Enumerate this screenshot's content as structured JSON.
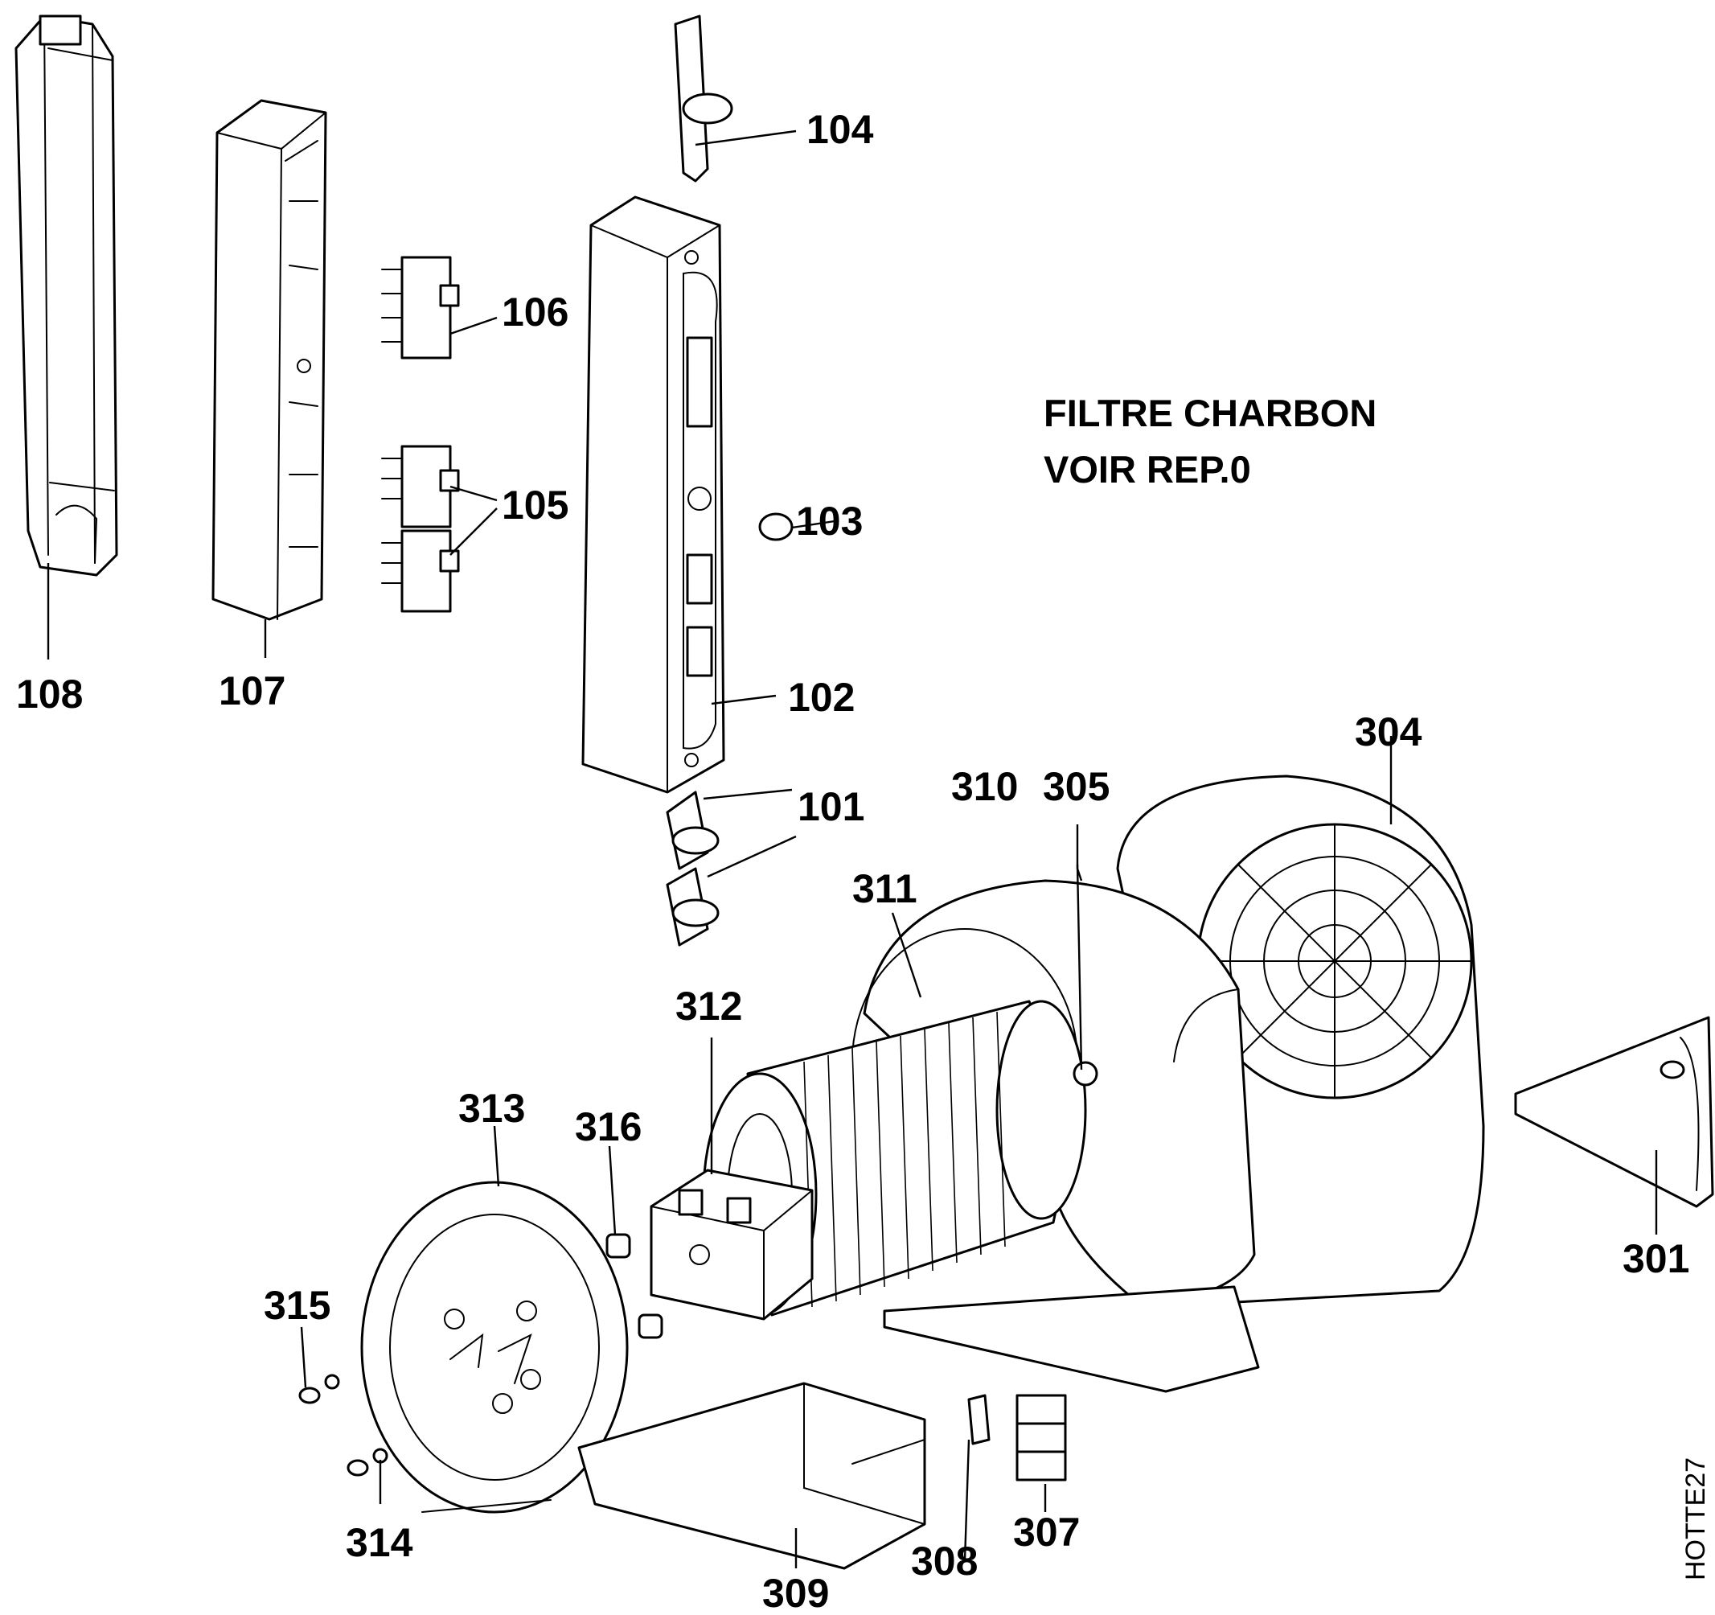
{
  "diagram": {
    "note_lines": [
      "FILTRE CHARBON",
      "VOIR REP.0"
    ],
    "drawing_code": "HOTTE27",
    "part_labels": {
      "p101": "101",
      "p102": "102",
      "p103": "103",
      "p104": "104",
      "p105": "105",
      "p106": "106",
      "p107": "107",
      "p108": "108",
      "p301": "301",
      "p304": "304",
      "p305": "305",
      "p307": "307",
      "p308": "308",
      "p309": "309",
      "p310": "310",
      "p311": "311",
      "p312": "312",
      "p313": "313",
      "p314": "314",
      "p315": "315",
      "p316": "316"
    }
  }
}
